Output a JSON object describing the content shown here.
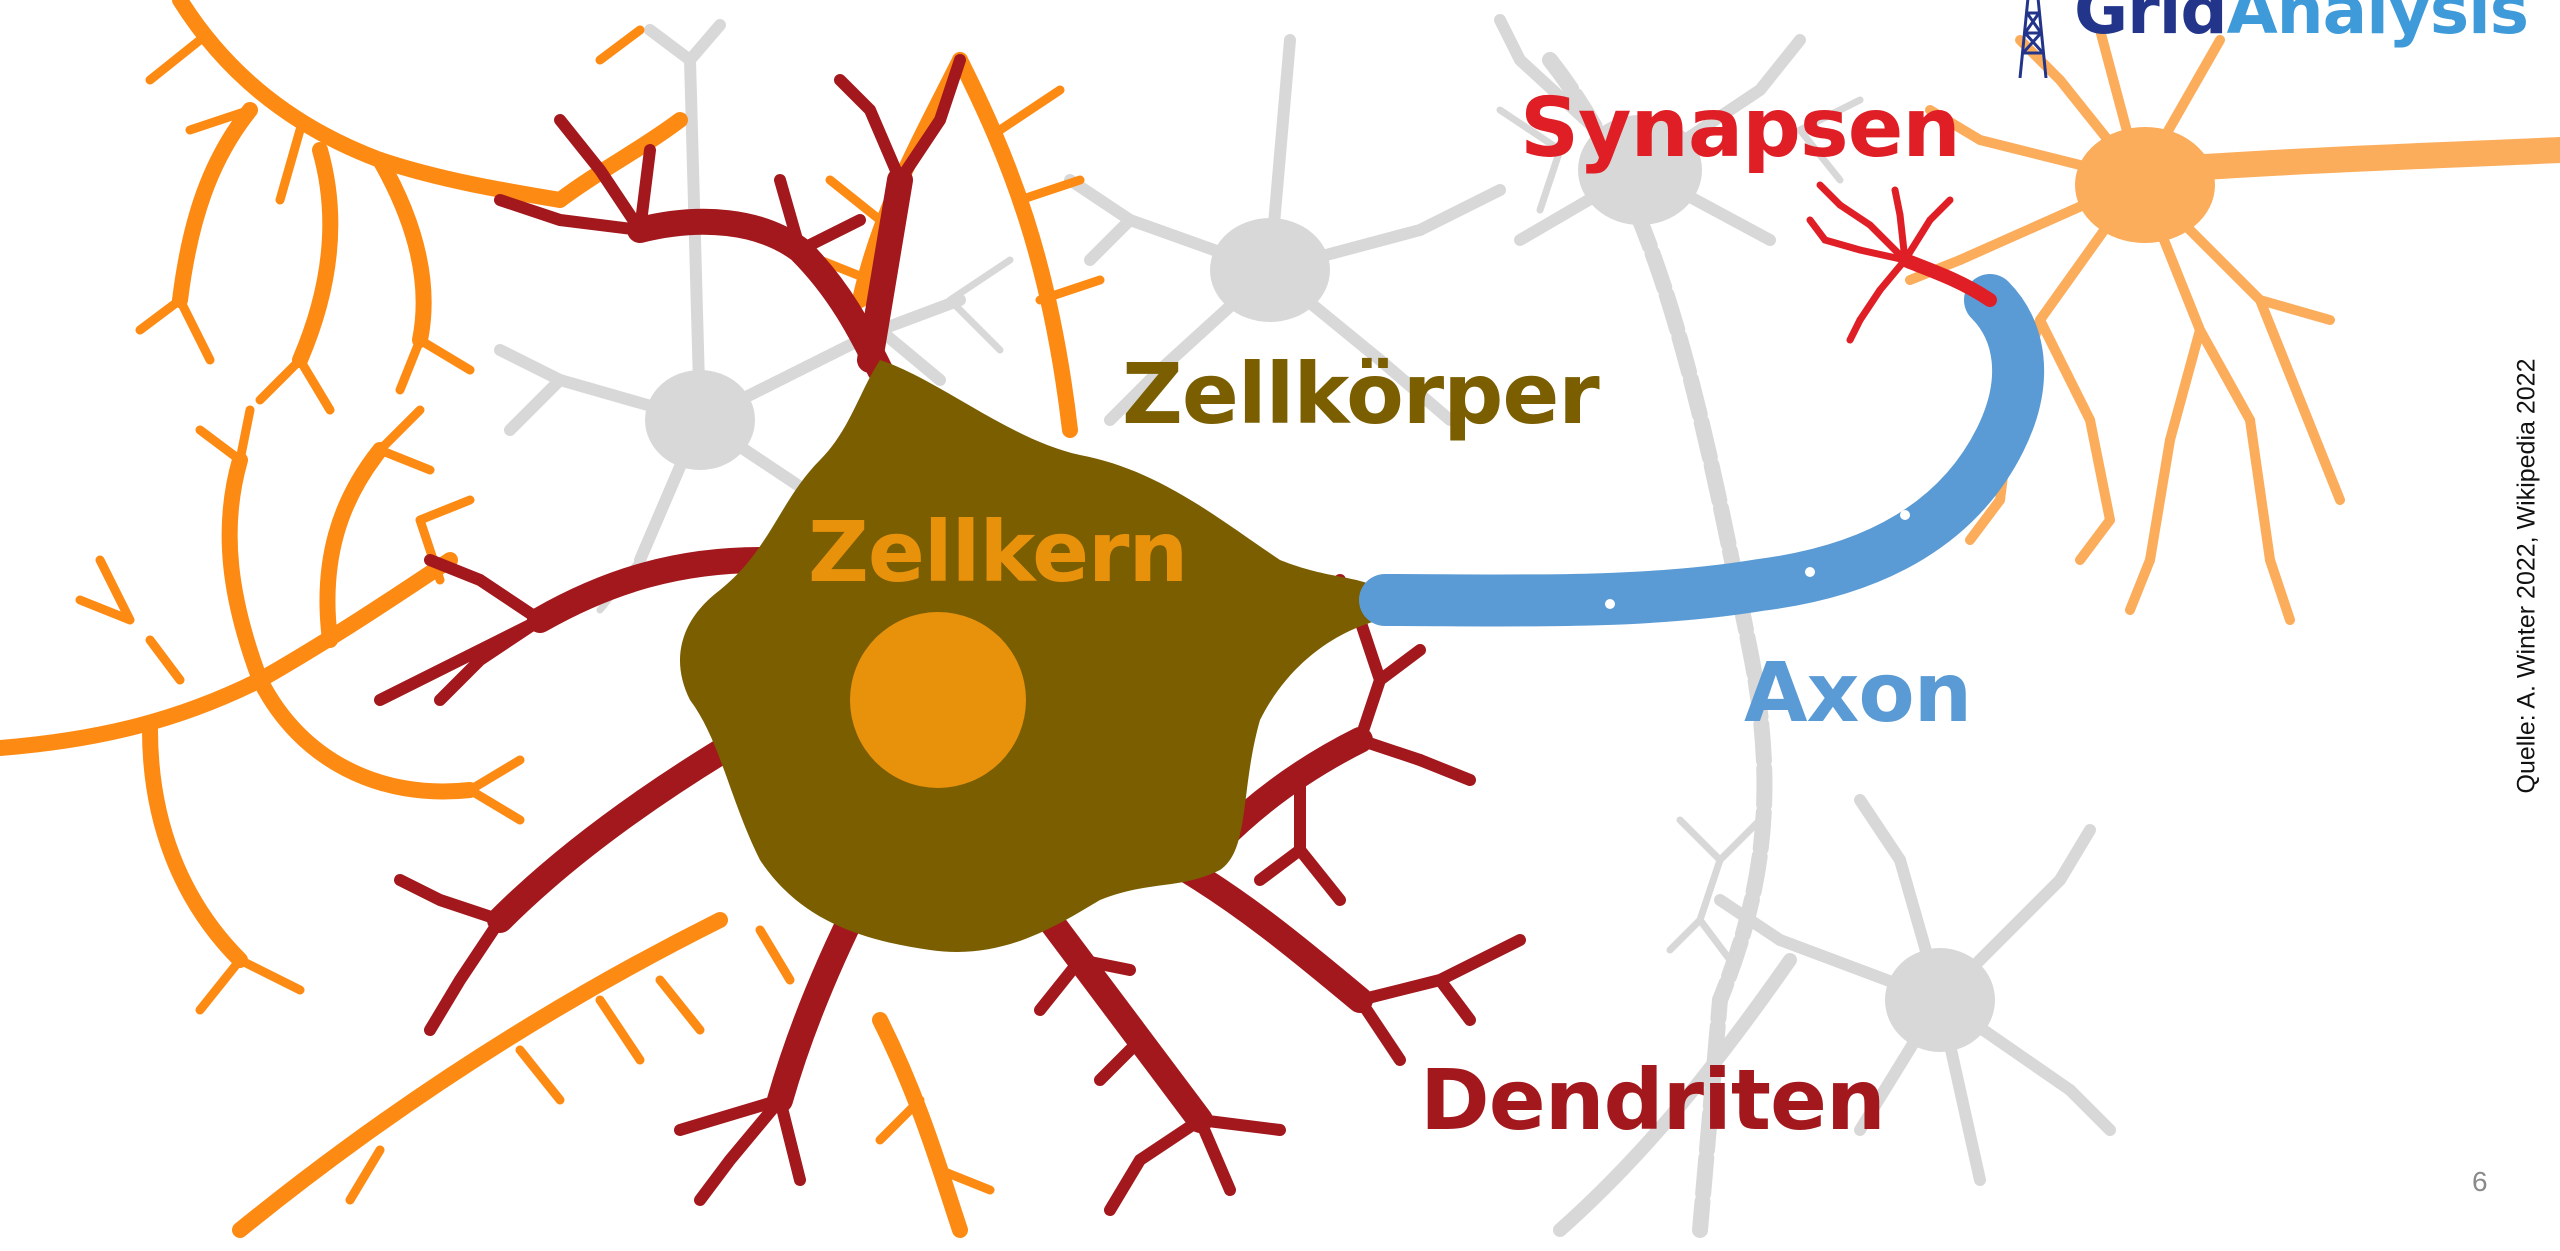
{
  "logo": {
    "text_primary": "Grid",
    "text_accent": "Analysis",
    "icon": "transmission-tower-icon"
  },
  "labels": {
    "synapsen": "Synapsen",
    "zellkoerper": "Zellkörper",
    "zellkern": "Zellkern",
    "axon": "Axon",
    "dendriten": "Dendriten"
  },
  "source_note": "Quelle: A. Winter 2022, Wikipedia 2022",
  "page_number": "6",
  "colors": {
    "cell_body": "#7a5e00",
    "nucleus": "#e8920c",
    "dendrites": "#a3181d",
    "neighbor_neuron": "#fd8a13",
    "target_neuron": "#fbad5c",
    "axon": "#5b9bd5",
    "synapse": "#e01e25",
    "background_neuron": "#d8d8d8",
    "label_synapsen": "#e01e25",
    "label_zellkoerper": "#7a5e00",
    "label_zellkern": "#e8920c",
    "label_axon": "#5b9bd5",
    "label_dendriten": "#a3181d"
  }
}
